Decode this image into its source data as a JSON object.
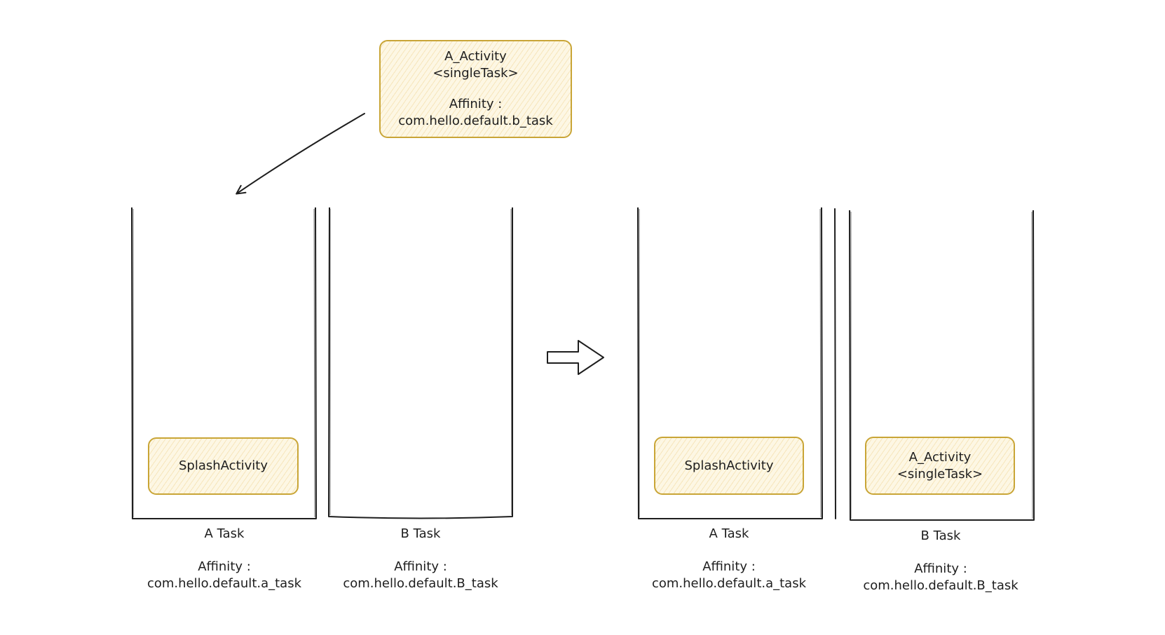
{
  "top_activity": {
    "name": "A_Activity",
    "launch_mode": "<singleTask>",
    "affinity_label": "Affinity :",
    "affinity_value": "com.hello.default.b_task"
  },
  "before": {
    "a_task": {
      "activity": "SplashActivity",
      "title": "A Task",
      "affinity_label": "Affinity :",
      "affinity_value": "com.hello.default.a_task"
    },
    "b_task": {
      "title": "B Task",
      "affinity_label": "Affinity :",
      "affinity_value": "com.hello.default.B_task"
    }
  },
  "after": {
    "a_task": {
      "activity": "SplashActivity",
      "title": "A Task",
      "affinity_label": "Affinity :",
      "affinity_value": "com.hello.default.a_task"
    },
    "b_task": {
      "activity_name": "A_Activity",
      "activity_launch_mode": "<singleTask>",
      "title": "B Task",
      "affinity_label": "Affinity :",
      "affinity_value": "com.hello.default.B_task"
    }
  },
  "colors": {
    "stroke": "#1e1e1e",
    "box_border": "#c9a536",
    "box_fill": "#fdf7e4"
  }
}
